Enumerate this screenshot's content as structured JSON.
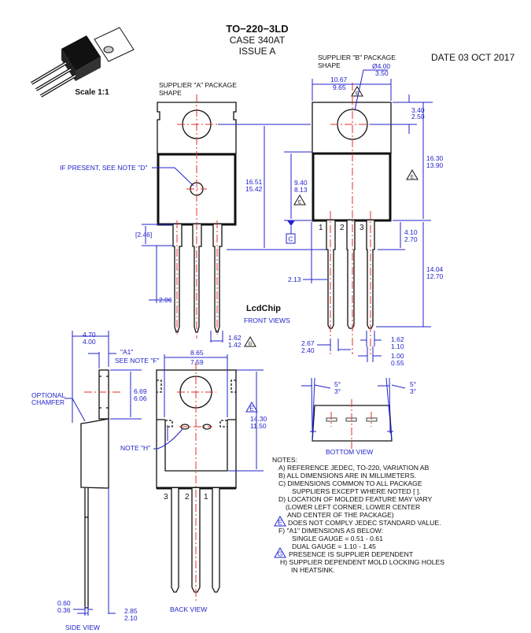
{
  "header": {
    "title": "TO−220−3LD",
    "case": "CASE 340AT",
    "issue": "ISSUE A",
    "date": "DATE 03 OCT 2017",
    "scale": "Scale 1:1"
  },
  "labels": {
    "supplier_a_1": "SUPPLIER \"A\" PACKAGE",
    "supplier_a_2": "SHAPE",
    "supplier_b_1": "SUPPLIER \"B\" PACKAGE",
    "supplier_b_2": "SHAPE",
    "if_present": "IF PRESENT, SEE NOTE \"D\"",
    "front_views": "FRONT VIEWS",
    "watermark": "LcdChip",
    "optional_1": "OPTIONAL",
    "optional_2": "CHAMFER",
    "a1": "\"A1\"",
    "see_note_f": "SEE NOTE \"F\"",
    "note_h": "NOTE \"H\"",
    "side_view": "SIDE VIEW",
    "back_view": "BACK VIEW",
    "bottom_view": "BOTTOM VIEW",
    "datum_c": "C",
    "pin1": "1",
    "pin2": "2",
    "pin3": "3",
    "flag_e": "E",
    "flag_g": "G"
  },
  "dims": {
    "d2_46": "[2.46]",
    "d2_06": "2.06",
    "d16_51": "16.51",
    "d15_42": "15.42",
    "d1_62a": "1.62",
    "d1_42": "1.42",
    "dia_max": "Ø4.00",
    "dia_min": "3.50",
    "w10_67": "10.67",
    "w9_65": "9.65",
    "d3_40": "3.40",
    "d2_50": "2.50",
    "d16_30": "16.30",
    "d13_90": "13.90",
    "d9_40": "9.40",
    "d8_13": "8.13",
    "d4_10": "4.10",
    "d2_70": "2.70",
    "d14_04": "14.04",
    "d12_70": "12.70",
    "d2_13": "2.13",
    "d2_67": "2.67",
    "d2_40": "2.40",
    "d1_62b": "1.62",
    "d1_10": "1.10",
    "d1_00": "1.00",
    "d0_55": "0.55",
    "d4_70": "4.70",
    "d4_00": "4.00",
    "d6_69": "6.69",
    "d6_06": "6.06",
    "d0_60": "0.60",
    "d0_36": "0.36",
    "d2_85": "2.85",
    "d2_10": "2.10",
    "d8_65": "8.65",
    "d7_59": "7.59",
    "d14_30": "14.30",
    "d11_50": "11.50",
    "ang_l1": "5°",
    "ang_l2": "3°",
    "ang_r1": "5°",
    "ang_r2": "3°"
  },
  "notes": {
    "heading": "NOTES:",
    "lines": [
      "A)  REFERENCE JEDEC, TO-220, VARIATION AB",
      "B)  ALL DIMENSIONS ARE IN MILLIMETERS.",
      "C)  DIMENSIONS COMMON TO ALL PACKAGE",
      "SUPPLIERS EXCEPT WHERE NOTED [   ].",
      "D)  LOCATION OF MOLDED FEATURE MAY VARY",
      "(LOWER LEFT CORNER, LOWER CENTER",
      "AND CENTER OF THE PACKAGE)",
      "DOES NOT COMPLY JEDEC STANDARD VALUE.",
      "F) \"A1\" DIMENSIONS AS BELOW:",
      "SINGLE GAUGE = 0.51 - 0.61",
      "DUAL GAUGE     = 1.10 - 1.45",
      "PRESENCE IS SUPPLIER DEPENDENT",
      "H) SUPPLIER DEPENDENT MOLD LOCKING HOLES",
      "IN HEATSINK."
    ]
  },
  "colors": {
    "dimension": "#2222cc",
    "centerline": "#e0302a",
    "outline": "#111111"
  }
}
